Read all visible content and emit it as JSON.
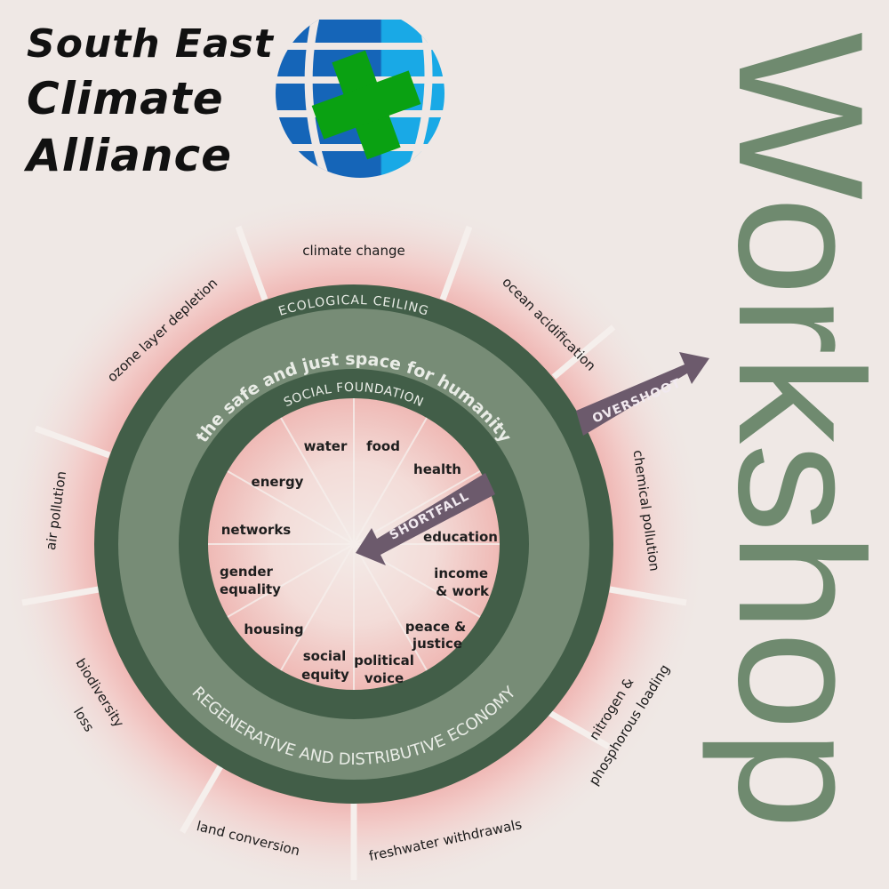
{
  "logo": {
    "line1": "South East",
    "line2": "Climate",
    "line3": "Alliance",
    "icon": "globe-cross-icon",
    "colors": {
      "dark_blue": "#1565b8",
      "light_blue": "#19a9e6",
      "green": "#0aa112"
    }
  },
  "title": "Workshop",
  "diagram": {
    "ecological_ceiling": "ECOLOGICAL CEILING",
    "safe_space": "the safe and just space for humanity",
    "social_foundation": "SOCIAL FOUNDATION",
    "economy": "REGENERATIVE AND DISTRIBUTIVE ECONOMY",
    "overshoot": "OVERSHOOT",
    "shortfall": "SHORTFALL",
    "ceiling_dimensions": [
      "climate change",
      "ocean acidification",
      "chemical pollution",
      "nitrogen &",
      "phosphorous loading",
      "freshwater withdrawals",
      "land conversion",
      "biodiversity",
      "loss",
      "air pollution",
      "ozone layer depletion"
    ],
    "foundation_dimensions": {
      "water": "water",
      "food": "food",
      "health": "health",
      "energy": "energy",
      "networks": "networks",
      "education": "education",
      "gender_1": "gender",
      "gender_2": "equality",
      "income_1": "income",
      "income_2": "& work",
      "housing": "housing",
      "peace_1": "peace &",
      "peace_2": "justice",
      "social_1": "social",
      "social_2": "equity",
      "political_1": "political",
      "political_2": "voice"
    },
    "colors": {
      "dark_green": "#425e48",
      "light_green": "#778c76",
      "arrow": "#6c5a6c",
      "glow": "#efb6b3"
    }
  }
}
